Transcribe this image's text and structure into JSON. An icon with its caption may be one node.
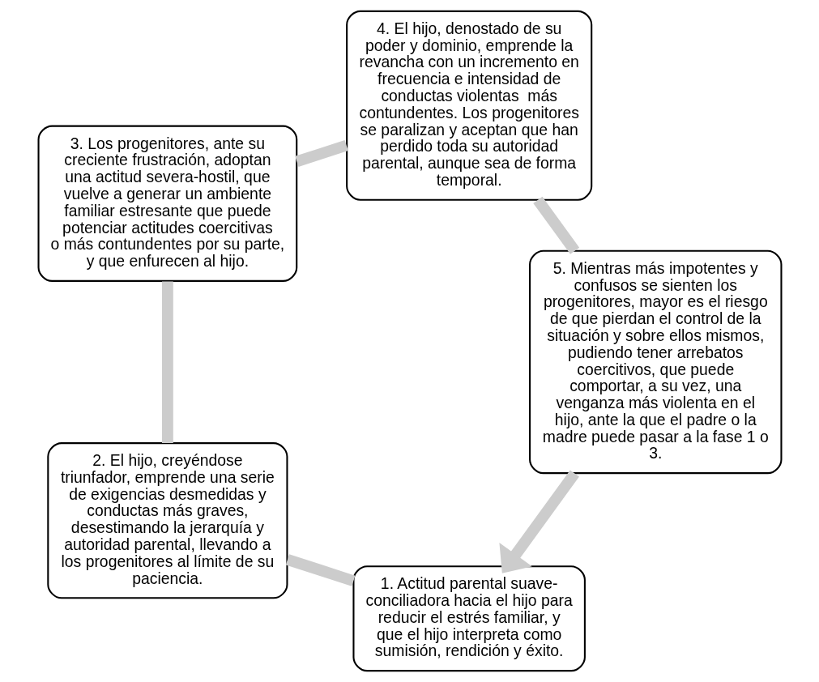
{
  "diagram": {
    "nodes": [
      {
        "text": [
          "1. Actitud parental suave-conciliadora hacia el hijo para reducir el estrés familiar, y que el hijo interpreta como sumisión, rendición y éxito."
        ]
      },
      {
        "text": [
          "2. El hijo, creyéndose triunfador, emprende una serie de exigencias desmedidas y conductas más graves, desestimando la jerarquía y autoridad parental, llevando a los progenitores al límite de su paciencia."
        ]
      },
      {
        "text": [
          "3. Los progenitores, ante su creciente frustración, adoptan una actitud severa-hostil, que vuelve a generar un ambiente familiar estresante que puede potenciar actitudes coercitivas o más contundentes por su parte, y que enfurecen al hijo."
        ]
      },
      {
        "text": [
          "4. El hijo, denostado de su poder y dominio, emprende la revancha con un incremento en frecuencia e intensidad de conductas violentas  más contundentes. Los progenitores se paralizan y aceptan que han perdido toda su autoridad parental, aunque sea de forma temporal."
        ]
      },
      {
        "text": [
          "5. Mientras más impotentes y confusos se sienten los progenitores, mayor es el riesgo de que pierdan el control de la situación y sobre ellos mismos, pudiendo tener arrebatos coercitivos, que puede comportar, a su vez, una venganza más violenta en el hijo, ante la que el padre o la madre puede pasar a la fase 1 o 3."
        ]
      }
    ],
    "edges": [
      {
        "from": 0,
        "to": 1,
        "arrow": "none"
      },
      {
        "from": 1,
        "to": 2,
        "arrow": "none"
      },
      {
        "from": 2,
        "to": 3,
        "arrow": "none"
      },
      {
        "from": 3,
        "to": 4,
        "arrow": "none"
      },
      {
        "from": 4,
        "to": 0,
        "arrow": "to"
      }
    ]
  }
}
